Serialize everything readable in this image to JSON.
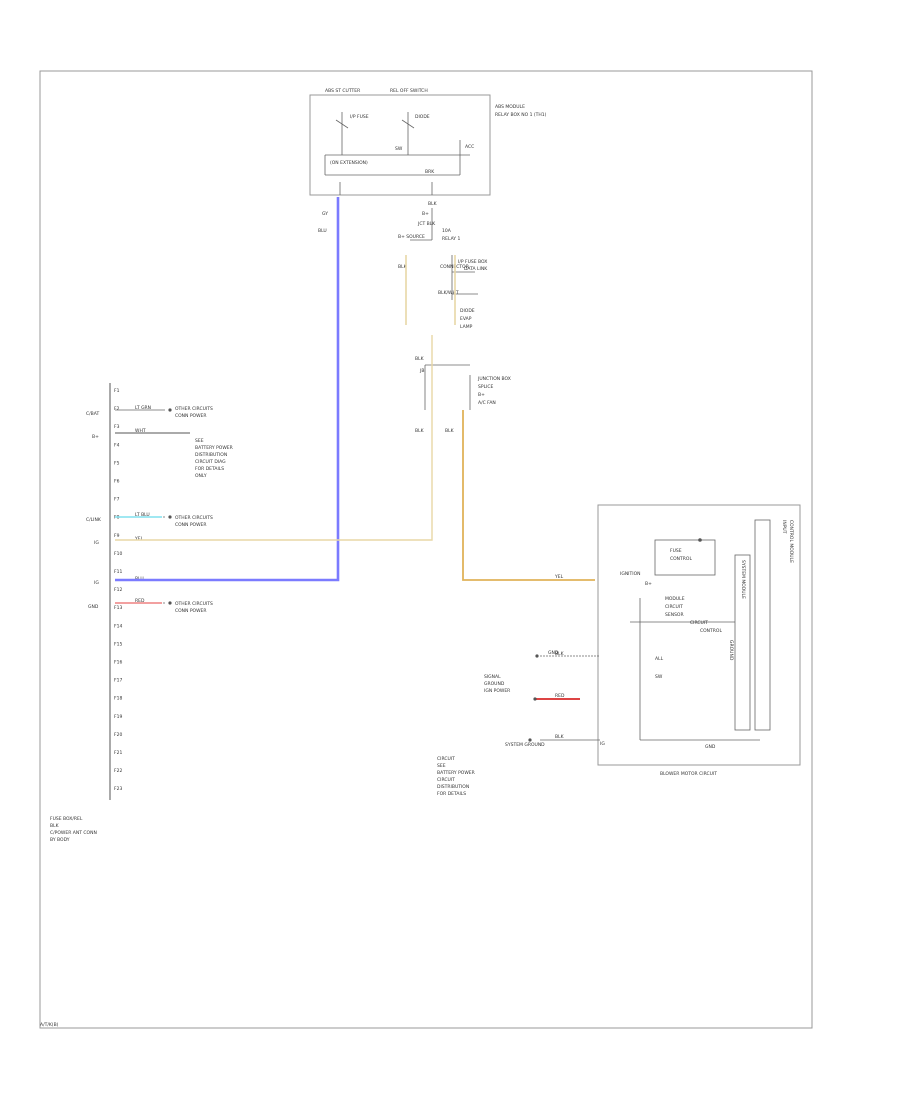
{
  "diagram": {
    "footer_code": "A/T/K(B)",
    "relay_box": {
      "labels": [
        "ABS ST CUTTER",
        "REL OFF SWITCH",
        "ABS MODULE",
        "RELAY BOX NO 1 (TH1)",
        "I/P FUSE",
        "DIODE",
        "(ON EXTENSION)",
        "SW",
        "ACC",
        "BRK"
      ],
      "wires_below": [
        "GY",
        "BLU",
        "BLK"
      ]
    },
    "fuse_area": {
      "labels": [
        "B+",
        "JCT BLK",
        "B+ SOURCE",
        "10A",
        "RELAY 1",
        "I/P FUSE BOX",
        "BLK",
        "DATA LINK",
        "CONNECTOR",
        "DIODE",
        "EVAP",
        "LAMP",
        "BLK/WHT"
      ]
    },
    "junction": {
      "labels": [
        "BLK",
        "JB",
        "JUNCTION BOX",
        "SPLICE",
        "B+",
        "A/C FAN",
        "BLK",
        "BLK"
      ]
    },
    "connector_left": {
      "labels": [
        "F1",
        "F2",
        "F3",
        "F4",
        "F5",
        "F6",
        "F7",
        "F8",
        "F9",
        "F10",
        "F11",
        "F12",
        "F13",
        "F14",
        "F15",
        "F16",
        "F17",
        "F18",
        "F19",
        "F20",
        "F21",
        "F22",
        "F23"
      ],
      "side_tags": [
        "C/BAT",
        "B+",
        "C/LINK",
        "IG",
        "IG",
        "GND"
      ],
      "notes": [
        "OTHER CIRCUITS",
        "CONN POWER",
        "SEE",
        "BATTERY POWER",
        "DISTRIBUTION",
        "CIRCUIT DIAG",
        "FOR DETAILS",
        "ONLY",
        "OTHER CIRCUITS",
        "CONN POWER",
        "OTHER CIRCUITS",
        "CONN POWER"
      ],
      "wire_codes": [
        "LT GRN",
        "WHT",
        "LT BLU",
        "YEL",
        "BLU",
        "RED"
      ],
      "caption": "FUSE BOX/REL\nBLK\nC/POWER ANT CONN\nBY BODY"
    },
    "ecm": {
      "labels": [
        "IGNITION",
        "FUSE",
        "CONTROL",
        "MODULE",
        "CIRCUIT",
        "SENSOR",
        "CIRCUIT",
        "CONTROL",
        "B+",
        "ALL",
        "SW",
        "GND",
        "IG"
      ],
      "right_labels": [
        "CONTROL MODULE",
        "INPUT",
        "SYSTEM MODULE",
        "GROUND"
      ],
      "left_labels": [
        "GND",
        "SIGNAL",
        "GROUND",
        "IGN POWER",
        "SYSTEM GROUND",
        "CIRCUIT",
        "SEE",
        "BATTERY POWER",
        "CIRCUIT",
        "DISTRIBUTION",
        "FOR DETAILS"
      ],
      "wire_codes": [
        "YEL",
        "BLK",
        "RED",
        "BLK"
      ],
      "caption": "BLOWER MOTOR CIRCUIT"
    }
  },
  "colors": {
    "blue_wire": "#7b7bff",
    "tan_wire": "#e8d7a6",
    "orange_wire": "#e0b35a",
    "cyan_wire": "#80e0ee",
    "red_wire": "#ee8080",
    "red_wire_strong": "#dd4444"
  }
}
